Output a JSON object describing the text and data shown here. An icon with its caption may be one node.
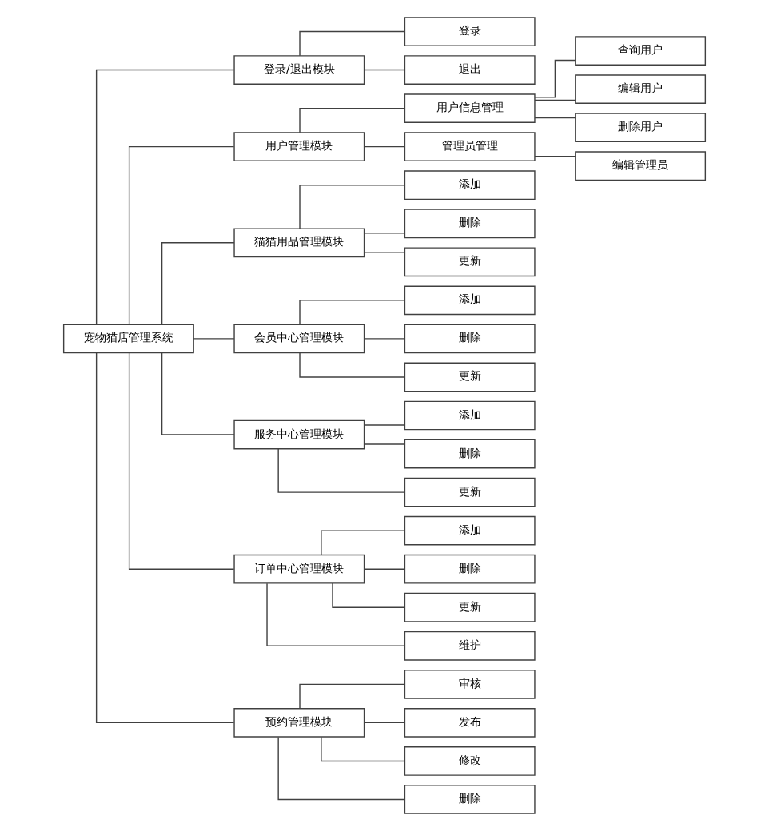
{
  "diagram": {
    "nodes": [
      {
        "text": [
          "宠物猫店管理系统"
        ]
      },
      {
        "text": [
          "登录/退出模块"
        ]
      },
      {
        "text": [
          "登录"
        ]
      },
      {
        "text": [
          "退出"
        ]
      },
      {
        "text": [
          "用户管理模块"
        ]
      },
      {
        "text": [
          "用户信息管理"
        ]
      },
      {
        "text": [
          "查询用户"
        ]
      },
      {
        "text": [
          "编辑用户"
        ]
      },
      {
        "text": [
          "删除用户"
        ]
      },
      {
        "text": [
          "管理员管理"
        ]
      },
      {
        "text": [
          "编辑管理员"
        ]
      },
      {
        "text": [
          "猫猫用品管理模块"
        ]
      },
      {
        "text": [
          "添加"
        ]
      },
      {
        "text": [
          "删除"
        ]
      },
      {
        "text": [
          "更新"
        ]
      },
      {
        "text": [
          "会员中心管理模块"
        ]
      },
      {
        "text": [
          "添加"
        ]
      },
      {
        "text": [
          "删除"
        ]
      },
      {
        "text": [
          "更新"
        ]
      },
      {
        "text": [
          "服务中心管理模块"
        ]
      },
      {
        "text": [
          "添加"
        ]
      },
      {
        "text": [
          "删除"
        ]
      },
      {
        "text": [
          "更新"
        ]
      },
      {
        "text": [
          "订单中心管理模块"
        ]
      },
      {
        "text": [
          "添加"
        ]
      },
      {
        "text": [
          "删除"
        ]
      },
      {
        "text": [
          "更新"
        ]
      },
      {
        "text": [
          "维护"
        ]
      },
      {
        "text": [
          "预约管理模块"
        ]
      },
      {
        "text": [
          "审核"
        ]
      },
      {
        "text": [
          "发布"
        ]
      },
      {
        "text": [
          "修改"
        ]
      },
      {
        "text": [
          "删除"
        ]
      }
    ],
    "edges": [
      {
        "from": 0,
        "to": 1,
        "arrow": "none"
      },
      {
        "from": 1,
        "to": 2,
        "arrow": "none"
      },
      {
        "from": 1,
        "to": 3,
        "arrow": "none"
      },
      {
        "from": 0,
        "to": 4,
        "arrow": "none"
      },
      {
        "from": 4,
        "to": 5,
        "arrow": "none"
      },
      {
        "from": 5,
        "to": 6,
        "arrow": "none"
      },
      {
        "from": 5,
        "to": 7,
        "arrow": "none"
      },
      {
        "from": 5,
        "to": 8,
        "arrow": "none"
      },
      {
        "from": 4,
        "to": 9,
        "arrow": "none"
      },
      {
        "from": 9,
        "to": 10,
        "arrow": "none"
      },
      {
        "from": 0,
        "to": 11,
        "arrow": "none"
      },
      {
        "from": 11,
        "to": 12,
        "arrow": "none"
      },
      {
        "from": 11,
        "to": 13,
        "arrow": "none"
      },
      {
        "from": 11,
        "to": 14,
        "arrow": "none"
      },
      {
        "from": 0,
        "to": 15,
        "arrow": "none"
      },
      {
        "from": 15,
        "to": 16,
        "arrow": "none"
      },
      {
        "from": 15,
        "to": 17,
        "arrow": "none"
      },
      {
        "from": 15,
        "to": 18,
        "arrow": "none"
      },
      {
        "from": 0,
        "to": 19,
        "arrow": "none"
      },
      {
        "from": 19,
        "to": 20,
        "arrow": "none"
      },
      {
        "from": 19,
        "to": 21,
        "arrow": "none"
      },
      {
        "from": 19,
        "to": 22,
        "arrow": "none"
      },
      {
        "from": 0,
        "to": 23,
        "arrow": "none"
      },
      {
        "from": 23,
        "to": 24,
        "arrow": "none"
      },
      {
        "from": 23,
        "to": 25,
        "arrow": "none"
      },
      {
        "from": 23,
        "to": 26,
        "arrow": "none"
      },
      {
        "from": 23,
        "to": 27,
        "arrow": "none"
      },
      {
        "from": 0,
        "to": 28,
        "arrow": "none"
      },
      {
        "from": 28,
        "to": 29,
        "arrow": "none"
      },
      {
        "from": 28,
        "to": 30,
        "arrow": "none"
      },
      {
        "from": 28,
        "to": 31,
        "arrow": "none"
      },
      {
        "from": 28,
        "to": 32,
        "arrow": "none"
      }
    ]
  }
}
